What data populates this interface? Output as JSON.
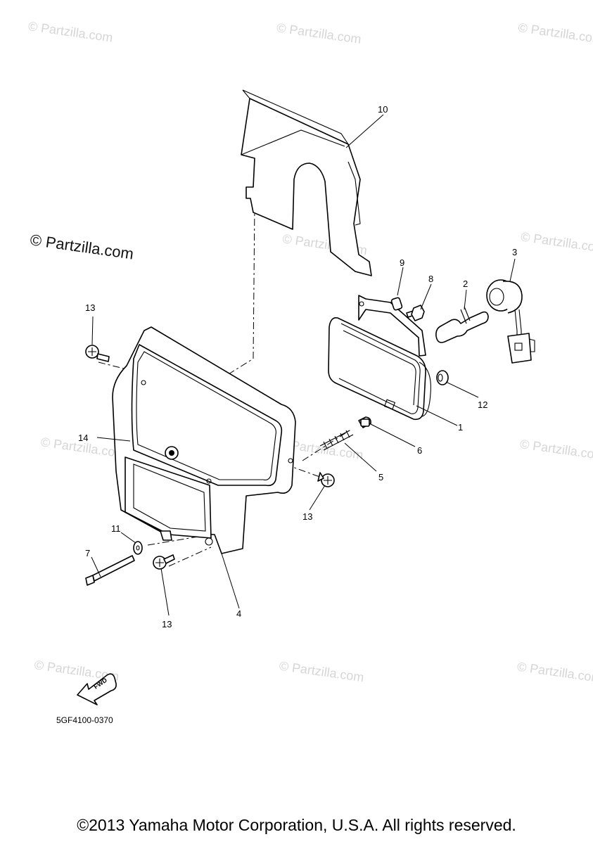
{
  "watermarks": {
    "small": "© Partzilla.com",
    "large": "© Partzilla.com"
  },
  "callouts": {
    "c1": "1",
    "c2": "2",
    "c3": "3",
    "c4": "4",
    "c5": "5",
    "c6": "6",
    "c7": "7",
    "c8": "8",
    "c9": "9",
    "c10": "10",
    "c11": "11",
    "c12": "12",
    "c13a": "13",
    "c13b": "13",
    "c13c": "13",
    "c14": "14"
  },
  "fwd_label": "FWD",
  "part_number": "5GF4100-0370",
  "copyright": "©2013 Yamaha Motor Corporation, U.S.A. All rights reserved.",
  "colors": {
    "line": "#000000",
    "watermark": "#d6d6d6",
    "background": "#ffffff"
  }
}
